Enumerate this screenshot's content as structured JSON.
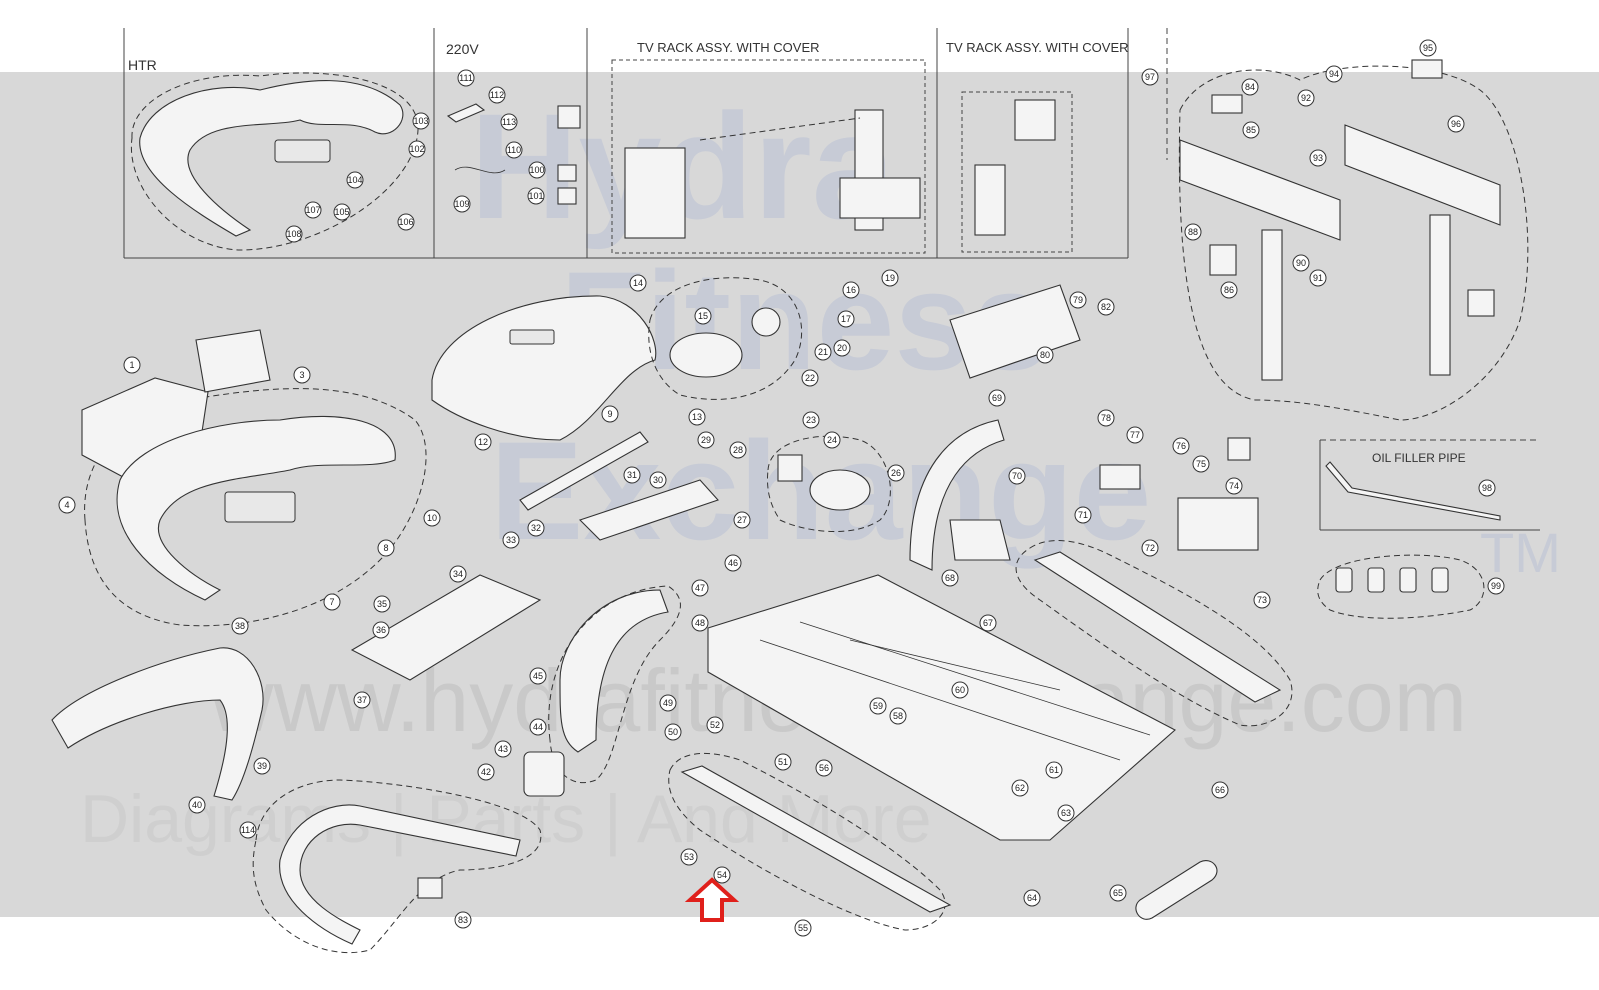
{
  "watermark": {
    "brand_line1": "Hydra",
    "brand_line2": "Fitness",
    "brand_line3": "Exchange",
    "trademark": "TM",
    "url": "www.hydrafitnessexchange.com",
    "tagline": "Diagrams | Parts | And More"
  },
  "insets": {
    "htr": "HTR",
    "volt": "220V",
    "tv_rack_1": "TV RACK ASSY. WITH COVER",
    "tv_rack_2": "TV RACK ASSY. WITH COVER",
    "oil_filler": "OIL FILLER PIPE"
  },
  "callouts": {
    "c1": "1",
    "c3": "3",
    "c4": "4",
    "c7": "7",
    "c8": "8",
    "c9": "9",
    "c10": "10",
    "c12": "12",
    "c13": "13",
    "c14": "14",
    "c15": "15",
    "c16": "16",
    "c17": "17",
    "c19": "19",
    "c20": "20",
    "c21": "21",
    "c22": "22",
    "c23": "23",
    "c24": "24",
    "c26": "26",
    "c27": "27",
    "c28": "28",
    "c29": "29",
    "c30": "30",
    "c31": "31",
    "c32": "32",
    "c33": "33",
    "c34": "34",
    "c35": "35",
    "c36": "36",
    "c37": "37",
    "c38": "38",
    "c39": "39",
    "c40": "40",
    "c42": "42",
    "c43": "43",
    "c44": "44",
    "c45": "45",
    "c46": "46",
    "c47": "47",
    "c48": "48",
    "c49": "49",
    "c50": "50",
    "c51": "51",
    "c52": "52",
    "c53": "53",
    "c54": "54",
    "c55": "55",
    "c56": "56",
    "c58": "58",
    "c59": "59",
    "c60": "60",
    "c61": "61",
    "c62": "62",
    "c63": "63",
    "c64": "64",
    "c65": "65",
    "c66": "66",
    "c67": "67",
    "c68": "68",
    "c69": "69",
    "c70": "70",
    "c71": "71",
    "c72": "72",
    "c73": "73",
    "c74": "74",
    "c75": "75",
    "c76": "76",
    "c77": "77",
    "c78": "78",
    "c79": "79",
    "c80": "80",
    "c82": "82",
    "c83": "83",
    "c84": "84",
    "c85": "85",
    "c86": "86",
    "c88": "88",
    "c90": "90",
    "c91": "91",
    "c92": "92",
    "c93": "93",
    "c94": "94",
    "c95": "95",
    "c96": "96",
    "c97": "97",
    "c98": "98",
    "c99": "99",
    "c100": "100",
    "c101": "101",
    "c102": "102",
    "c103": "103",
    "c104": "104",
    "c105": "105",
    "c106": "106",
    "c107": "107",
    "c108": "108",
    "c109": "109",
    "c110": "110",
    "c111": "111",
    "c112": "112",
    "c113": "113",
    "c114": "114"
  },
  "highlight": {
    "color": "#e0201b",
    "arrow_icon": "red-up-arrow-icon"
  }
}
